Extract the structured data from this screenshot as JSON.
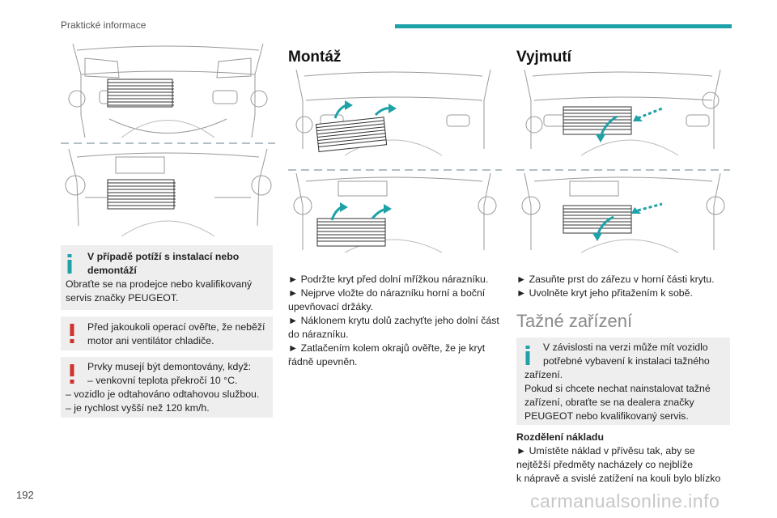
{
  "header": {
    "section": "Praktické informace",
    "accent": "#1fa1a8"
  },
  "left": {
    "info_box": {
      "title_line1": "V případě potíží s instalací nebo",
      "title_line2": "demontáží",
      "body_line1": "Obraťte se na prodejce nebo kvalifikovaný",
      "body_line2": "servis značky PEUGEOT."
    },
    "warning1": {
      "line1": "Před jakoukoli operací ověřte, že neběží",
      "line2": "motor ani ventilátor chladiče."
    },
    "warning2": {
      "line1": "Prvky musejí být demontovány, když:",
      "line2": "–  venkovní teplota překročí 10 °C.",
      "line3": "– vozidlo je odtahováno odtahovou službou.",
      "line4": "– je rychlost vyšší než 120 km/h."
    }
  },
  "middle": {
    "heading": "Montáž",
    "steps": [
      "► Podržte kryt před dolní mřížkou nárazníku.",
      "► Nejprve vložte do nárazníku horní a boční",
      "upevňovací držáky.",
      "► Náklonem krytu dolů zachyťte jeho dolní část",
      "do nárazníku.",
      "► Zatlačením kolem okrajů ověřte, že je kryt",
      "řádně upevněn."
    ]
  },
  "right": {
    "heading": "Vyjmutí",
    "steps": [
      "► Zasuňte prst do zářezu v horní části krytu.",
      "► Uvolněte kryt jeho přitažením k sobě."
    ],
    "section_title": "Tažné zařízení",
    "info_box": {
      "line1": "V závislosti na verzi může mít vozidlo",
      "line2": "potřebné vybavení k instalaci tažného",
      "line3": "zařízení.",
      "line4": "Pokud si chcete nechat nainstalovat tažné",
      "line5": "zařízení, obraťte se na dealera značky",
      "line6": "PEUGEOT nebo kvalifikovaný servis."
    },
    "load_title": "Rozdělení nákladu",
    "load_lines": [
      "► Umístěte náklad v přívěsu tak, aby se",
      "nejtěžší předměty nacházely co nejblíže",
      "k nápravě a svislé zatížení na kouli bylo blízko"
    ]
  },
  "footer": {
    "page_number": "192",
    "watermark": "carmanualsonline.info"
  },
  "colors": {
    "info": "#1fa1a8",
    "warning": "#d0312d",
    "box_bg": "#eeeeee"
  }
}
